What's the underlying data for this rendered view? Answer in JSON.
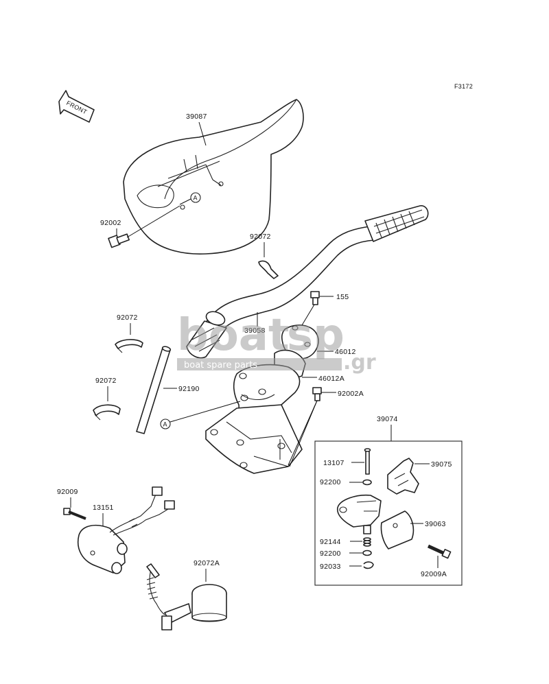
{
  "figure_code": "F3172",
  "front_arrow_text": "FRONT",
  "ref_marker": "A",
  "labels": {
    "p39087": "39087",
    "p92002": "92002",
    "p92072_top": "92072",
    "p155": "155",
    "p92072_mid": "92072",
    "p39058": "39058",
    "p46012": "46012",
    "p46012A": "46012A",
    "p92072_low": "92072",
    "p92190": "92190",
    "p92002A": "92002A",
    "p39074": "39074",
    "p13107": "13107",
    "p39075": "39075",
    "p92200_a": "92200",
    "p39063": "39063",
    "p92144": "92144",
    "p92200_b": "92200",
    "p92033": "92033",
    "p92009A": "92009A",
    "p92009": "92009",
    "p13151": "13151",
    "p92072A": "92072A"
  },
  "watermark": {
    "brand_left": "boat",
    "brand_right": "sp",
    "tagline": "boat spare parts",
    "tld": ".gr"
  }
}
